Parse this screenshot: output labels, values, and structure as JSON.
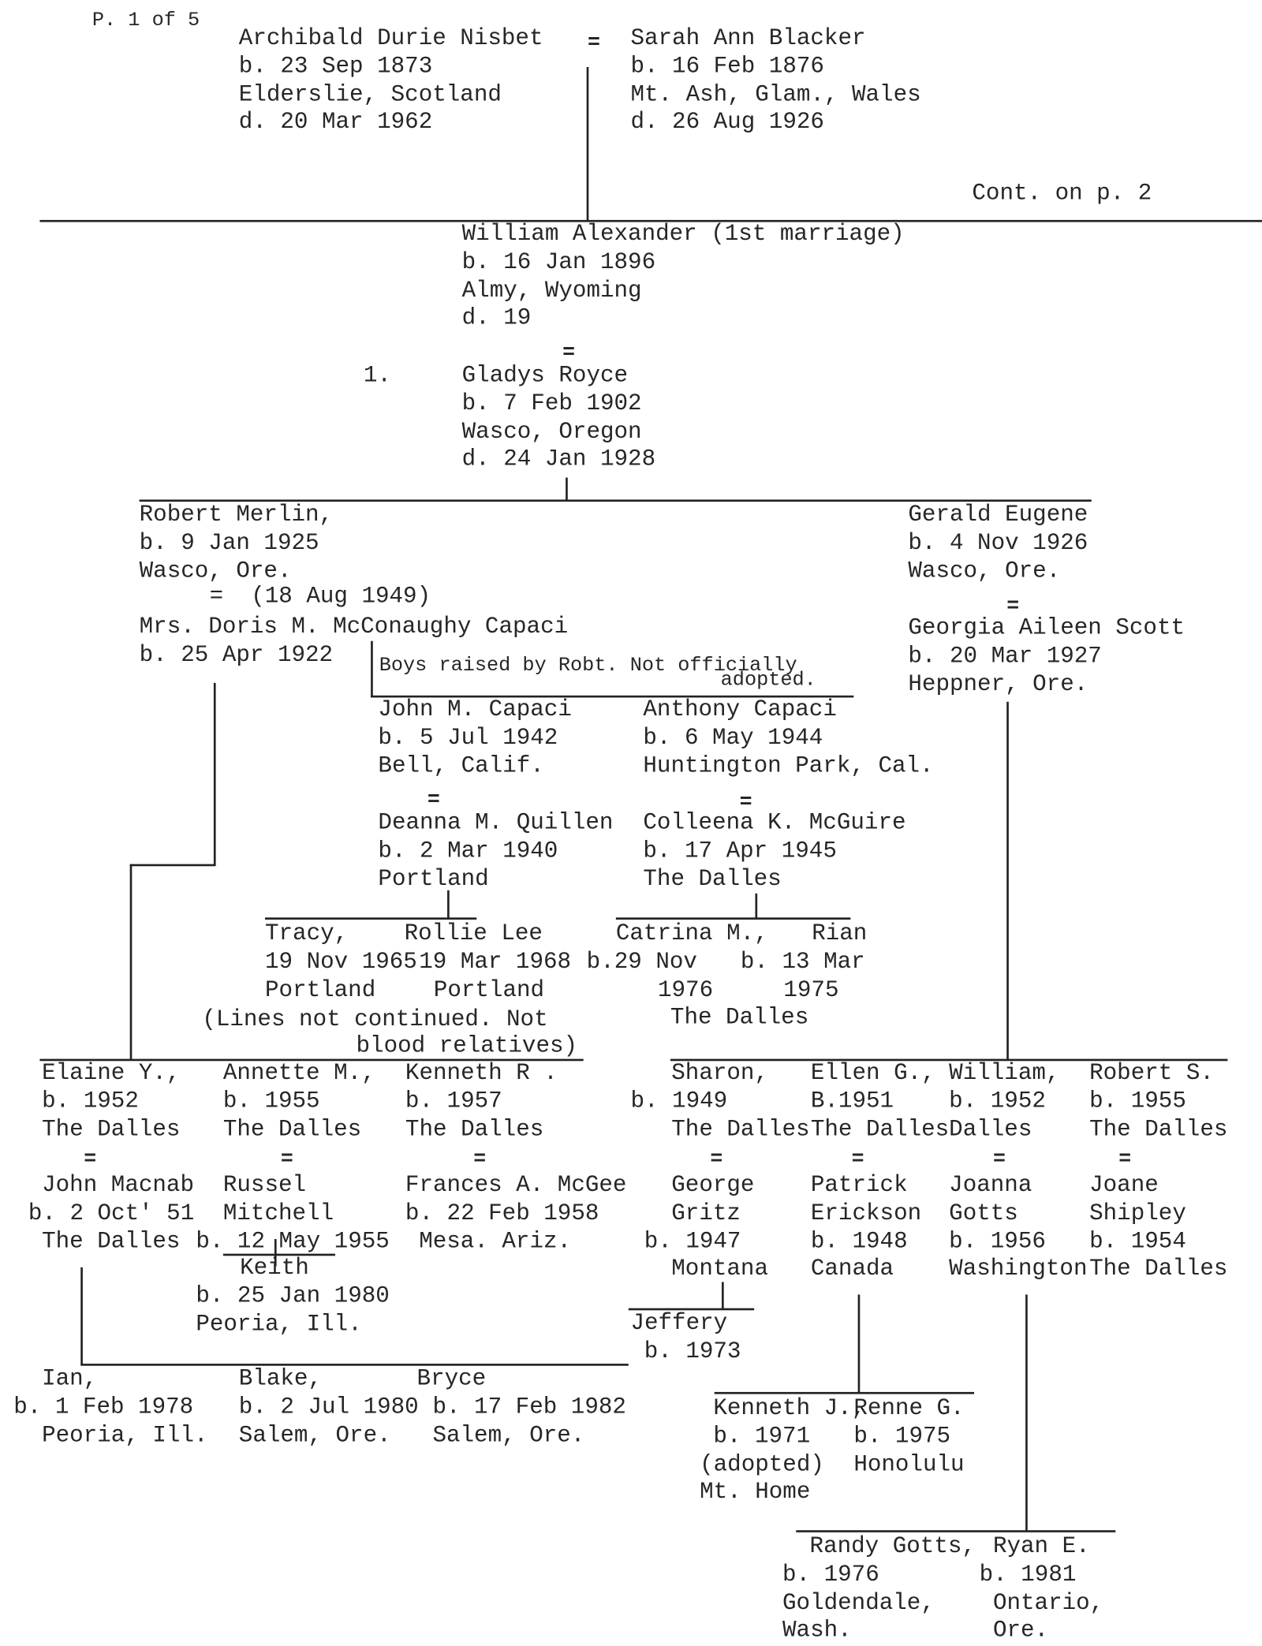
{
  "page_label": "P. 1 of 5",
  "continuation": "Cont. on p. 2",
  "marriage_symbol": "=",
  "marriage_number": "1.",
  "robert_marriage_date": "=  (18 Aug 1949)",
  "adoption_note": [
    "Boys raised by Robt. Not officially",
    "adopted."
  ],
  "lines_not_continued": [
    "(Lines not continued. Not",
    "blood relatives)"
  ],
  "blocks": {
    "archibald": [
      "Archibald Durie Nisbet",
      "b. 23 Sep 1873",
      "Elderslie, Scotland",
      "d. 20 Mar 1962"
    ],
    "sarah": [
      "Sarah Ann Blacker",
      "b. 16 Feb 1876",
      "Mt. Ash, Glam., Wales",
      "d. 26 Aug 1926"
    ],
    "william": [
      "William Alexander (1st marriage)",
      "b. 16 Jan 1896",
      "Almy, Wyoming",
      "d. 19"
    ],
    "gladys": [
      "Gladys Royce",
      "b. 7 Feb 1902",
      "Wasco, Oregon",
      "d. 24 Jan 1928"
    ],
    "robert": [
      "Robert Merlin,",
      "b. 9 Jan 1925",
      "Wasco, Ore."
    ],
    "doris": [
      "Mrs. Doris M. McConaughy Capaci",
      "b. 25 Apr 1922"
    ],
    "gerald": [
      "Gerald Eugene",
      "b. 4 Nov 1926",
      "Wasco, Ore."
    ],
    "georgia": [
      "Georgia Aileen Scott",
      "b. 20 Mar 1927",
      "Heppner, Ore."
    ],
    "john_capaci": [
      "John M. Capaci",
      "b. 5 Jul 1942",
      "Bell, Calif."
    ],
    "anthony": [
      "Anthony Capaci",
      "b. 6 May 1944",
      "Huntington Park, Cal."
    ],
    "deanna": [
      "Deanna M. Quillen",
      "b. 2 Mar 1940",
      "Portland"
    ],
    "colleena": [
      "Colleena K. McGuire",
      "b. 17 Apr 1945",
      "The Dalles"
    ],
    "tracy": [
      "Tracy,",
      "19 Nov 1965",
      "Portland"
    ],
    "rollie": [
      "Rollie Lee",
      "19 Mar 1968",
      "Portland"
    ],
    "catrina": [
      "Catrina M.,",
      "b.29 Nov",
      "1976",
      "The Dalles"
    ],
    "rian": [
      "Rian",
      "b. 13 Mar",
      "1975"
    ],
    "elaine": [
      "Elaine Y.,",
      "b. 1952",
      "The Dalles"
    ],
    "annette": [
      "Annette M.,",
      "b. 1955",
      "The Dalles"
    ],
    "kenneth_r": [
      "Kenneth R .",
      "b. 1957",
      "The Dalles"
    ],
    "sharon": [
      "Sharon,",
      "b. 1949",
      "The Dalles"
    ],
    "ellen": [
      "Ellen G.,",
      "B.1951",
      "The Dalles"
    ],
    "william_jr": [
      "William,",
      "b. 1952",
      "Dalles"
    ],
    "robert_s": [
      "Robert S.",
      "b. 1955",
      "The Dalles"
    ],
    "john_macnab": [
      "John Macnab",
      "b. 2 Oct' 51",
      "The Dalles"
    ],
    "russel": [
      "Russel",
      "Mitchell",
      "b. 12 May 1955"
    ],
    "frances": [
      "Frances A. McGee",
      "b. 22 Feb 1958",
      "Mesa. Ariz."
    ],
    "george": [
      "George",
      "Gritz",
      "b. 1947",
      "Montana"
    ],
    "patrick": [
      "Patrick",
      "Erickson",
      "b. 1948",
      "Canada"
    ],
    "joanna": [
      "Joanna",
      "Gotts",
      "b. 1956",
      "Washington"
    ],
    "joane": [
      "Joane",
      "Shipley",
      "b. 1954",
      "The Dalles"
    ],
    "keith": [
      "Keith",
      "b. 25 Jan 1980",
      "Peoria, Ill."
    ],
    "jeffery": [
      "Jeffery",
      "b. 1973"
    ],
    "ian": [
      "Ian,",
      "b. 1 Feb 1978",
      "Peoria, Ill."
    ],
    "blake": [
      "Blake,",
      "b. 2 Jul 1980",
      "Salem, Ore."
    ],
    "bryce": [
      "Bryce",
      "b. 17 Feb 1982",
      "Salem, Ore."
    ],
    "kenneth_j": [
      "Kenneth J.,",
      "b. 1971",
      "(adopted)",
      "Mt. Home"
    ],
    "renne": [
      "Renne G.",
      "b. 1975",
      "Honolulu"
    ],
    "randy": [
      "Randy Gotts,",
      "b. 1976",
      "Goldendale,",
      "Wash."
    ],
    "ryan": [
      "Ryan E.",
      "b. 1981",
      "Ontario,",
      "Ore."
    ]
  }
}
